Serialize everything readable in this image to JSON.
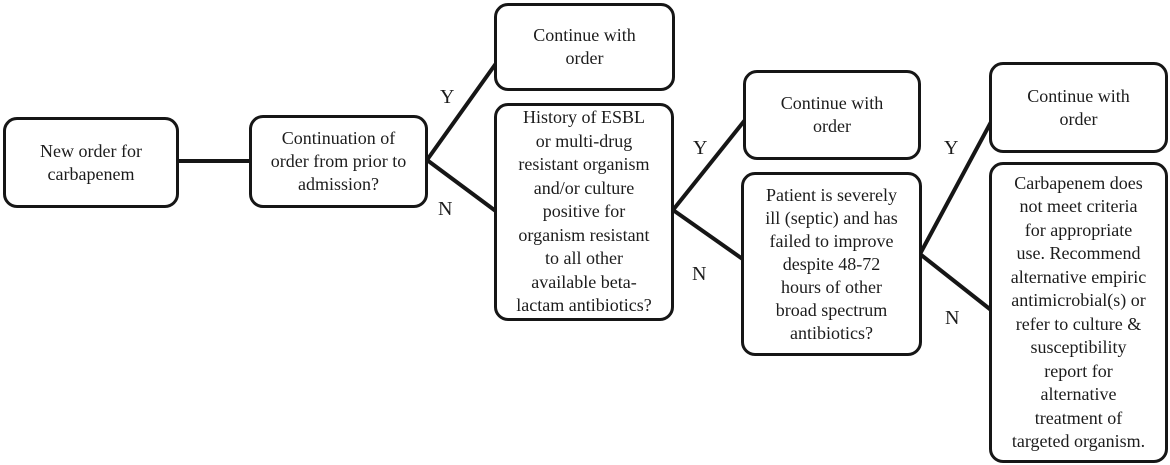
{
  "diagram": {
    "type": "flowchart",
    "line_color": "#161616",
    "background_color": "#ffffff",
    "nodes": {
      "start": {
        "text": "New order for\ncarbapenem"
      },
      "continuation": {
        "text": "Continuation of\norder from prior to\nadmission?"
      },
      "continue1": {
        "text": "Continue with\norder"
      },
      "esbl": {
        "text": "History of ESBL\nor multi-drug\nresistant organism\nand/or culture\npositive for\norganism resistant\nto all other\navailable beta-\nlactam antibiotics?"
      },
      "continue2": {
        "text": "Continue with\norder"
      },
      "septic": {
        "text": "Patient is severely\nill (septic) and has\nfailed to improve\ndespite 48-72\nhours of other\nbroad spectrum\nantibiotics?"
      },
      "continue3": {
        "text": "Continue with\norder"
      },
      "criteria": {
        "text": "Carbapenem does\nnot meet criteria\nfor appropriate\nuse. Recommend\nalternative empiric\nantimicrobial(s) or\nrefer to culture &\nsusceptibility\nreport for\nalternative\ntreatment of\ntargeted organism."
      }
    },
    "edge_labels": {
      "yes1": "Y",
      "no1": "N",
      "yes2": "Y",
      "no2": "N",
      "yes3": "Y",
      "no3": "N"
    }
  }
}
